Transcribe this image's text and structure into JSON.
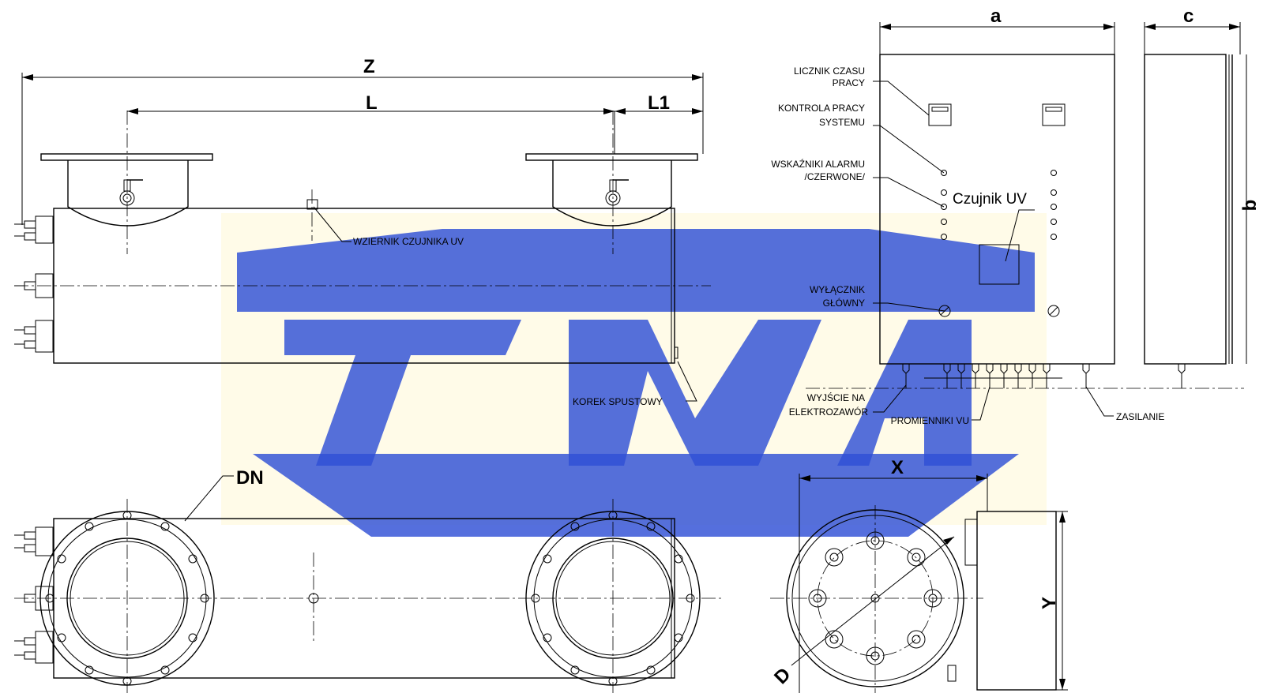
{
  "dimensions": {
    "z": "Z",
    "l": "L",
    "l1": "L1",
    "a": "a",
    "c": "c",
    "b": "b",
    "dn": "DN",
    "x": "X",
    "y": "Y",
    "d": "D"
  },
  "callouts": {
    "wziernik": "WZIERNIK CZUJNIKA UV",
    "korek": "KOREK SPUSTOWY",
    "licznik_1": "LICZNIK CZASU",
    "licznik_2": "PRACY",
    "kontrola_1": "KONTROLA PRACY",
    "kontrola_2": "SYSTEMU",
    "wskazniki_1": "WSKAŹNIKI ALARMU",
    "wskazniki_2": "/CZERWONE/",
    "czujnik": "Czujnik UV",
    "wylacznik_1": "WYŁĄCZNIK",
    "wylacznik_2": "GŁÓWNY",
    "wyjscie_1": "WYJŚCIE NA",
    "wyjscie_2": "ELEKTROZAWÓR",
    "promienniki": "PROMIENNIKI VU",
    "zasilanie": "ZASILANIE"
  },
  "colors": {
    "line": "#000000",
    "watermark": "#2f4fd6",
    "watermark_bg": "#fffbe8"
  }
}
